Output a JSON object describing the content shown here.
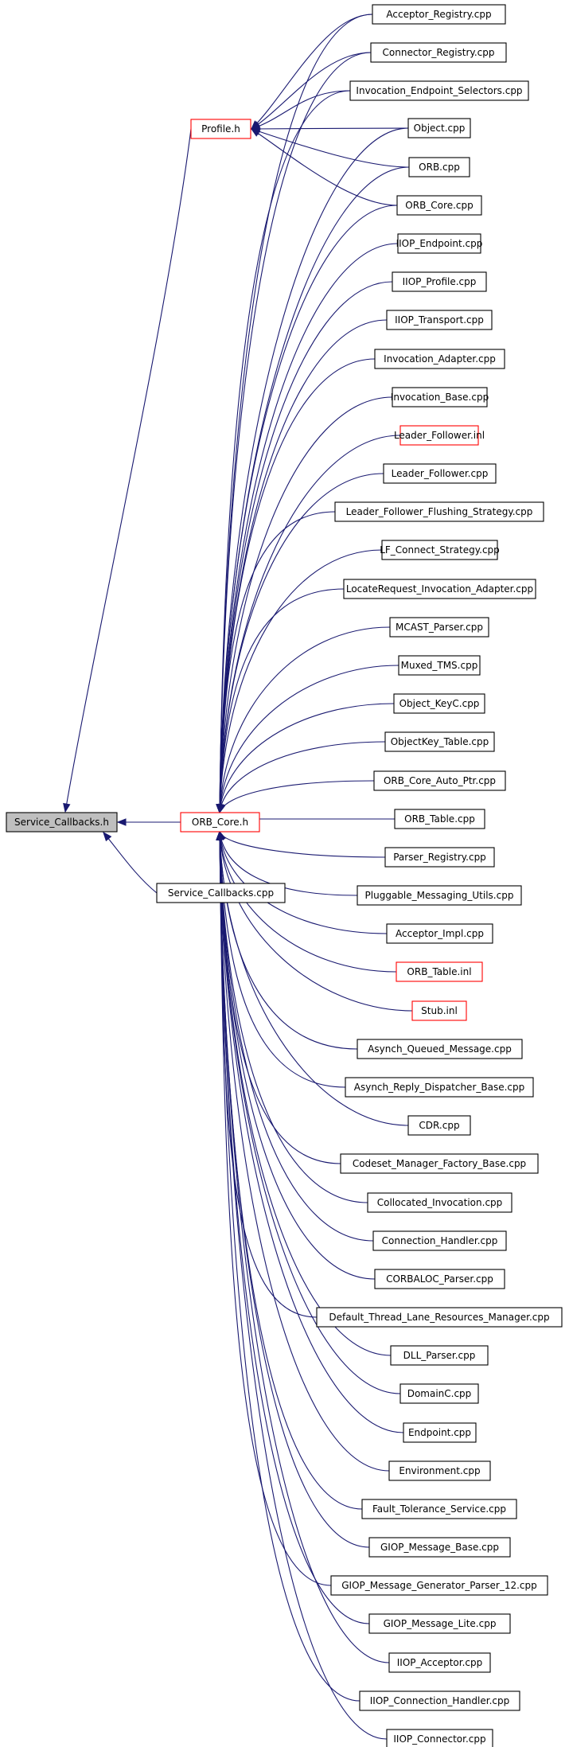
{
  "colors": {
    "edge": "#191970",
    "node_border": "#000000",
    "header_border": "#ff0000",
    "root_fill": "#bfbfbf",
    "node_fill": "#ffffff"
  },
  "graph": {
    "root": "Service_Callbacks.h",
    "direct_includers": [
      "ORB_Core.h",
      "Service_Callbacks.cpp"
    ],
    "profile_includers": [
      "Acceptor_Registry.cpp",
      "Connector_Registry.cpp",
      "Invocation_Endpoint_Selectors.cpp",
      "Object.cpp",
      "ORB.cpp",
      "ORB_Core.cpp"
    ],
    "orb_core_includers": [
      "Acceptor_Registry.cpp",
      "Connector_Registry.cpp",
      "Invocation_Endpoint_Selectors.cpp",
      "Object.cpp",
      "ORB.cpp",
      "ORB_Core.cpp",
      "IIOP_Endpoint.cpp",
      "IIOP_Profile.cpp",
      "IIOP_Transport.cpp",
      "Invocation_Adapter.cpp",
      "Invocation_Base.cpp",
      "Leader_Follower.inl",
      "Leader_Follower.cpp",
      "Leader_Follower_Flushing_Strategy.cpp",
      "LF_Connect_Strategy.cpp",
      "LocateRequest_Invocation_Adapter.cpp",
      "MCAST_Parser.cpp",
      "Muxed_TMS.cpp",
      "Object_KeyC.cpp",
      "ObjectKey_Table.cpp",
      "ORB_Core_Auto_Ptr.cpp",
      "ORB_Table.cpp",
      "Parser_Registry.cpp",
      "Pluggable_Messaging_Utils.cpp",
      "Acceptor_Impl.cpp",
      "ORB_Table.inl",
      "Stub.inl",
      "Asynch_Queued_Message.cpp",
      "Asynch_Reply_Dispatcher_Base.cpp",
      "CDR.cpp",
      "Codeset_Manager_Factory_Base.cpp",
      "Collocated_Invocation.cpp",
      "Connection_Handler.cpp",
      "CORBALOC_Parser.cpp",
      "Default_Thread_Lane_Resources_Manager.cpp",
      "DLL_Parser.cpp",
      "DomainC.cpp",
      "Endpoint.cpp",
      "Environment.cpp",
      "Fault_Tolerance_Service.cpp",
      "GIOP_Message_Base.cpp",
      "GIOP_Message_Generator_Parser_12.cpp",
      "GIOP_Message_Lite.cpp",
      "IIOP_Acceptor.cpp",
      "IIOP_Connection_Handler.cpp",
      "IIOP_Connector.cpp"
    ]
  },
  "nodes": [
    {
      "id": "service_callbacks_h",
      "label": "Service_Callbacks.h",
      "kind": "root"
    },
    {
      "id": "orb_core_h",
      "label": "ORB_Core.h",
      "kind": "header"
    },
    {
      "id": "profile_h",
      "label": "Profile.h",
      "kind": "header"
    },
    {
      "id": "service_callbacks_cpp",
      "label": "Service_Callbacks.cpp",
      "kind": "file"
    },
    {
      "id": "acceptor_registry_cpp",
      "label": "Acceptor_Registry.cpp",
      "kind": "file"
    },
    {
      "id": "connector_registry_cpp",
      "label": "Connector_Registry.cpp",
      "kind": "file"
    },
    {
      "id": "invocation_endpoint_selectors_cpp",
      "label": "Invocation_Endpoint_Selectors.cpp",
      "kind": "file"
    },
    {
      "id": "object_cpp",
      "label": "Object.cpp",
      "kind": "file"
    },
    {
      "id": "orb_cpp",
      "label": "ORB.cpp",
      "kind": "file"
    },
    {
      "id": "orb_core_cpp",
      "label": "ORB_Core.cpp",
      "kind": "file"
    },
    {
      "id": "iiop_endpoint_cpp",
      "label": "IIOP_Endpoint.cpp",
      "kind": "file"
    },
    {
      "id": "iiop_profile_cpp",
      "label": "IIOP_Profile.cpp",
      "kind": "file"
    },
    {
      "id": "iiop_transport_cpp",
      "label": "IIOP_Transport.cpp",
      "kind": "file"
    },
    {
      "id": "invocation_adapter_cpp",
      "label": "Invocation_Adapter.cpp",
      "kind": "file"
    },
    {
      "id": "invocation_base_cpp",
      "label": "Invocation_Base.cpp",
      "kind": "file"
    },
    {
      "id": "leader_follower_inl",
      "label": "Leader_Follower.inl",
      "kind": "header"
    },
    {
      "id": "leader_follower_cpp",
      "label": "Leader_Follower.cpp",
      "kind": "file"
    },
    {
      "id": "leader_follower_flushing_strategy_cpp",
      "label": "Leader_Follower_Flushing_Strategy.cpp",
      "kind": "file"
    },
    {
      "id": "lf_connect_strategy_cpp",
      "label": "LF_Connect_Strategy.cpp",
      "kind": "file"
    },
    {
      "id": "locaterequest_invocation_adapter_cpp",
      "label": "LocateRequest_Invocation_Adapter.cpp",
      "kind": "file"
    },
    {
      "id": "mcast_parser_cpp",
      "label": "MCAST_Parser.cpp",
      "kind": "file"
    },
    {
      "id": "muxed_tms_cpp",
      "label": "Muxed_TMS.cpp",
      "kind": "file"
    },
    {
      "id": "object_keyc_cpp",
      "label": "Object_KeyC.cpp",
      "kind": "file"
    },
    {
      "id": "objectkey_table_cpp",
      "label": "ObjectKey_Table.cpp",
      "kind": "file"
    },
    {
      "id": "orb_core_auto_ptr_cpp",
      "label": "ORB_Core_Auto_Ptr.cpp",
      "kind": "file"
    },
    {
      "id": "orb_table_cpp",
      "label": "ORB_Table.cpp",
      "kind": "file"
    },
    {
      "id": "parser_registry_cpp",
      "label": "Parser_Registry.cpp",
      "kind": "file"
    },
    {
      "id": "pluggable_messaging_utils_cpp",
      "label": "Pluggable_Messaging_Utils.cpp",
      "kind": "file"
    },
    {
      "id": "acceptor_impl_cpp",
      "label": "Acceptor_Impl.cpp",
      "kind": "file"
    },
    {
      "id": "orb_table_inl",
      "label": "ORB_Table.inl",
      "kind": "header"
    },
    {
      "id": "stub_inl",
      "label": "Stub.inl",
      "kind": "header"
    },
    {
      "id": "asynch_queued_message_cpp",
      "label": "Asynch_Queued_Message.cpp",
      "kind": "file"
    },
    {
      "id": "asynch_reply_dispatcher_base_cpp",
      "label": "Asynch_Reply_Dispatcher_Base.cpp",
      "kind": "file"
    },
    {
      "id": "cdr_cpp",
      "label": "CDR.cpp",
      "kind": "file"
    },
    {
      "id": "codeset_manager_factory_base_cpp",
      "label": "Codeset_Manager_Factory_Base.cpp",
      "kind": "file"
    },
    {
      "id": "collocated_invocation_cpp",
      "label": "Collocated_Invocation.cpp",
      "kind": "file"
    },
    {
      "id": "connection_handler_cpp",
      "label": "Connection_Handler.cpp",
      "kind": "file"
    },
    {
      "id": "corbaloc_parser_cpp",
      "label": "CORBALOC_Parser.cpp",
      "kind": "file"
    },
    {
      "id": "default_thread_lane_resources_manager_cpp",
      "label": "Default_Thread_Lane_Resources_Manager.cpp",
      "kind": "file"
    },
    {
      "id": "dll_parser_cpp",
      "label": "DLL_Parser.cpp",
      "kind": "file"
    },
    {
      "id": "domainc_cpp",
      "label": "DomainC.cpp",
      "kind": "file"
    },
    {
      "id": "endpoint_cpp",
      "label": "Endpoint.cpp",
      "kind": "file"
    },
    {
      "id": "environment_cpp",
      "label": "Environment.cpp",
      "kind": "file"
    },
    {
      "id": "fault_tolerance_service_cpp",
      "label": "Fault_Tolerance_Service.cpp",
      "kind": "file"
    },
    {
      "id": "giop_message_base_cpp",
      "label": "GIOP_Message_Base.cpp",
      "kind": "file"
    },
    {
      "id": "giop_message_generator_parser_12_cpp",
      "label": "GIOP_Message_Generator_Parser_12.cpp",
      "kind": "file"
    },
    {
      "id": "giop_message_lite_cpp",
      "label": "GIOP_Message_Lite.cpp",
      "kind": "file"
    },
    {
      "id": "iiop_acceptor_cpp",
      "label": "IIOP_Acceptor.cpp",
      "kind": "file"
    },
    {
      "id": "iiop_connection_handler_cpp",
      "label": "IIOP_Connection_Handler.cpp",
      "kind": "file"
    },
    {
      "id": "iiop_connector_cpp",
      "label": "IIOP_Connector.cpp",
      "kind": "file"
    }
  ]
}
